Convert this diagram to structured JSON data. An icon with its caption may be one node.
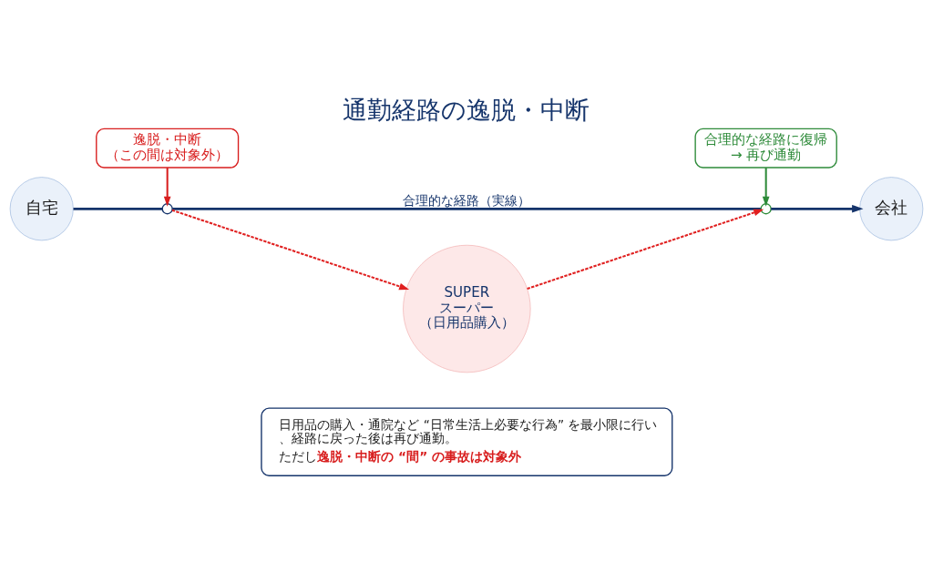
{
  "diagram": {
    "title": "通勤経路の逸脱・中断",
    "nodes": [
      {
        "text": [
          "自宅"
        ]
      },
      {
        "text": [],
        "shape": "circle"
      },
      {
        "text": [],
        "shape": "circle"
      },
      {
        "text": [
          "会社"
        ]
      },
      {
        "text": [
          "SUPER",
          "スーパー",
          "（日用品購入）"
        ]
      },
      {
        "text": [
          "逸脱・中断",
          "（この間は対象外）"
        ]
      },
      {
        "text": [
          "合理的な経路に復帰",
          "→ 再び通勤"
        ]
      },
      {
        "text": [
          "日用品の購入・通院など “日常生活上必要な行為” を最小限に行い、経路に戻った後は再び通勤。",
          "ただし**逸脱・中断の “間” の事故は対象外**"
        ]
      }
    ],
    "edges": [
      {
        "from": 0,
        "to": 1,
        "arrow": "none"
      },
      {
        "from": 1,
        "to": 2,
        "arrow": "none",
        "label": "合理的な経路（実線）"
      },
      {
        "from": 2,
        "to": 3,
        "arrow": "to"
      },
      {
        "from": 1,
        "to": 4,
        "arrow": "to",
        "style": "dashed",
        "color": "#e02020"
      },
      {
        "from": 4,
        "to": 2,
        "arrow": "to",
        "style": "dashed",
        "color": "#e02020"
      },
      {
        "from": 5,
        "to": 1,
        "arrow": "to",
        "color": "#d81e1e"
      },
      {
        "from": 6,
        "to": 2,
        "arrow": "to",
        "color": "#2e8b3a"
      }
    ]
  }
}
